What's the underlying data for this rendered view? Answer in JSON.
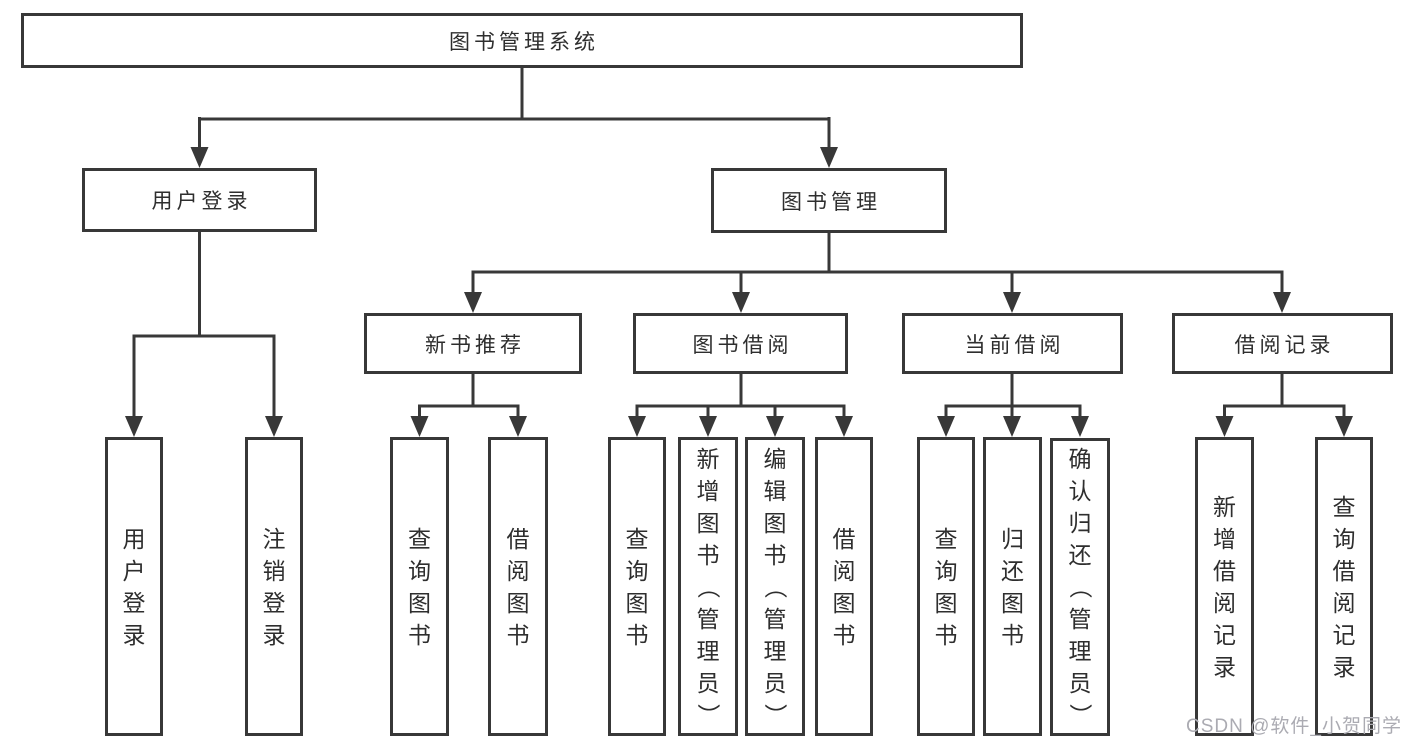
{
  "title": "图书管理系统",
  "watermark": "CSDN @软件_小贺同学",
  "colors": {
    "line": "#383838",
    "text": "#2e2e2e",
    "background": "#ffffff",
    "watermark": "#ababb2"
  },
  "branches": [
    {
      "label": "用户登录",
      "children": [
        "用户登录",
        "注销登录"
      ]
    },
    {
      "label": "图书管理",
      "children": [
        {
          "label": "新书推荐",
          "children": [
            "查询图书",
            "借阅图书"
          ]
        },
        {
          "label": "图书借阅",
          "children": [
            "查询图书",
            "新增图书（管理员）",
            "编辑图书（管理员）",
            "借阅图书"
          ]
        },
        {
          "label": "当前借阅",
          "children": [
            "查询图书",
            "归还图书",
            "确认归还（管理员）"
          ]
        },
        {
          "label": "借阅记录",
          "children": [
            "新增借阅记录",
            "查询借阅记录"
          ]
        }
      ]
    }
  ]
}
